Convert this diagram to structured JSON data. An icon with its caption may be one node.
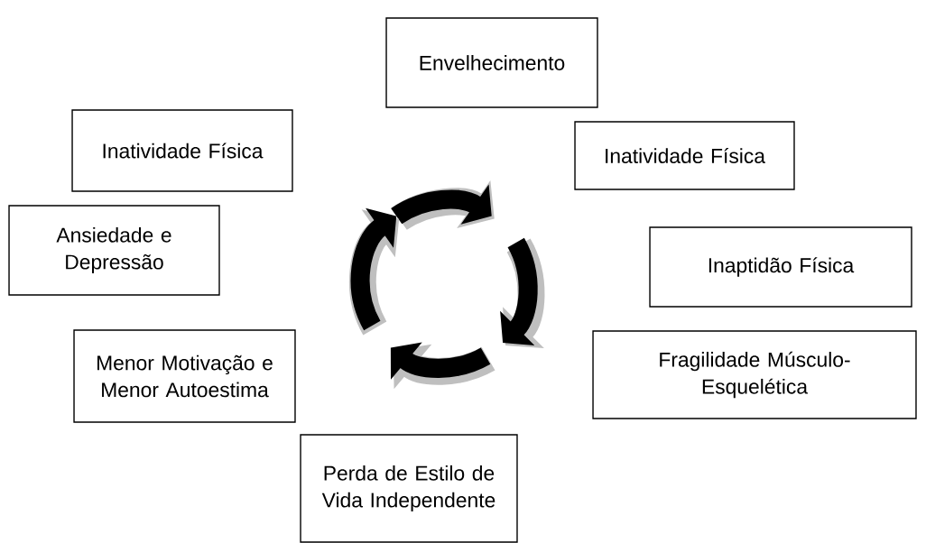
{
  "diagram": {
    "nodes": [
      {
        "text": [
          "Envelhecimento"
        ]
      },
      {
        "text": [
          "Inatividade Física"
        ]
      },
      {
        "text": [
          "Inatividade Física"
        ]
      },
      {
        "text": [
          "Ansiedade e Depressão"
        ]
      },
      {
        "text": [
          "Inaptidão Física"
        ]
      },
      {
        "text": [
          "Menor Motivação e Menor Autoestima"
        ]
      },
      {
        "text": [
          "Fragilidade Músculo-Esquelética"
        ]
      },
      {
        "text": [
          "Perda de Estilo de Vida Independente"
        ]
      }
    ]
  }
}
